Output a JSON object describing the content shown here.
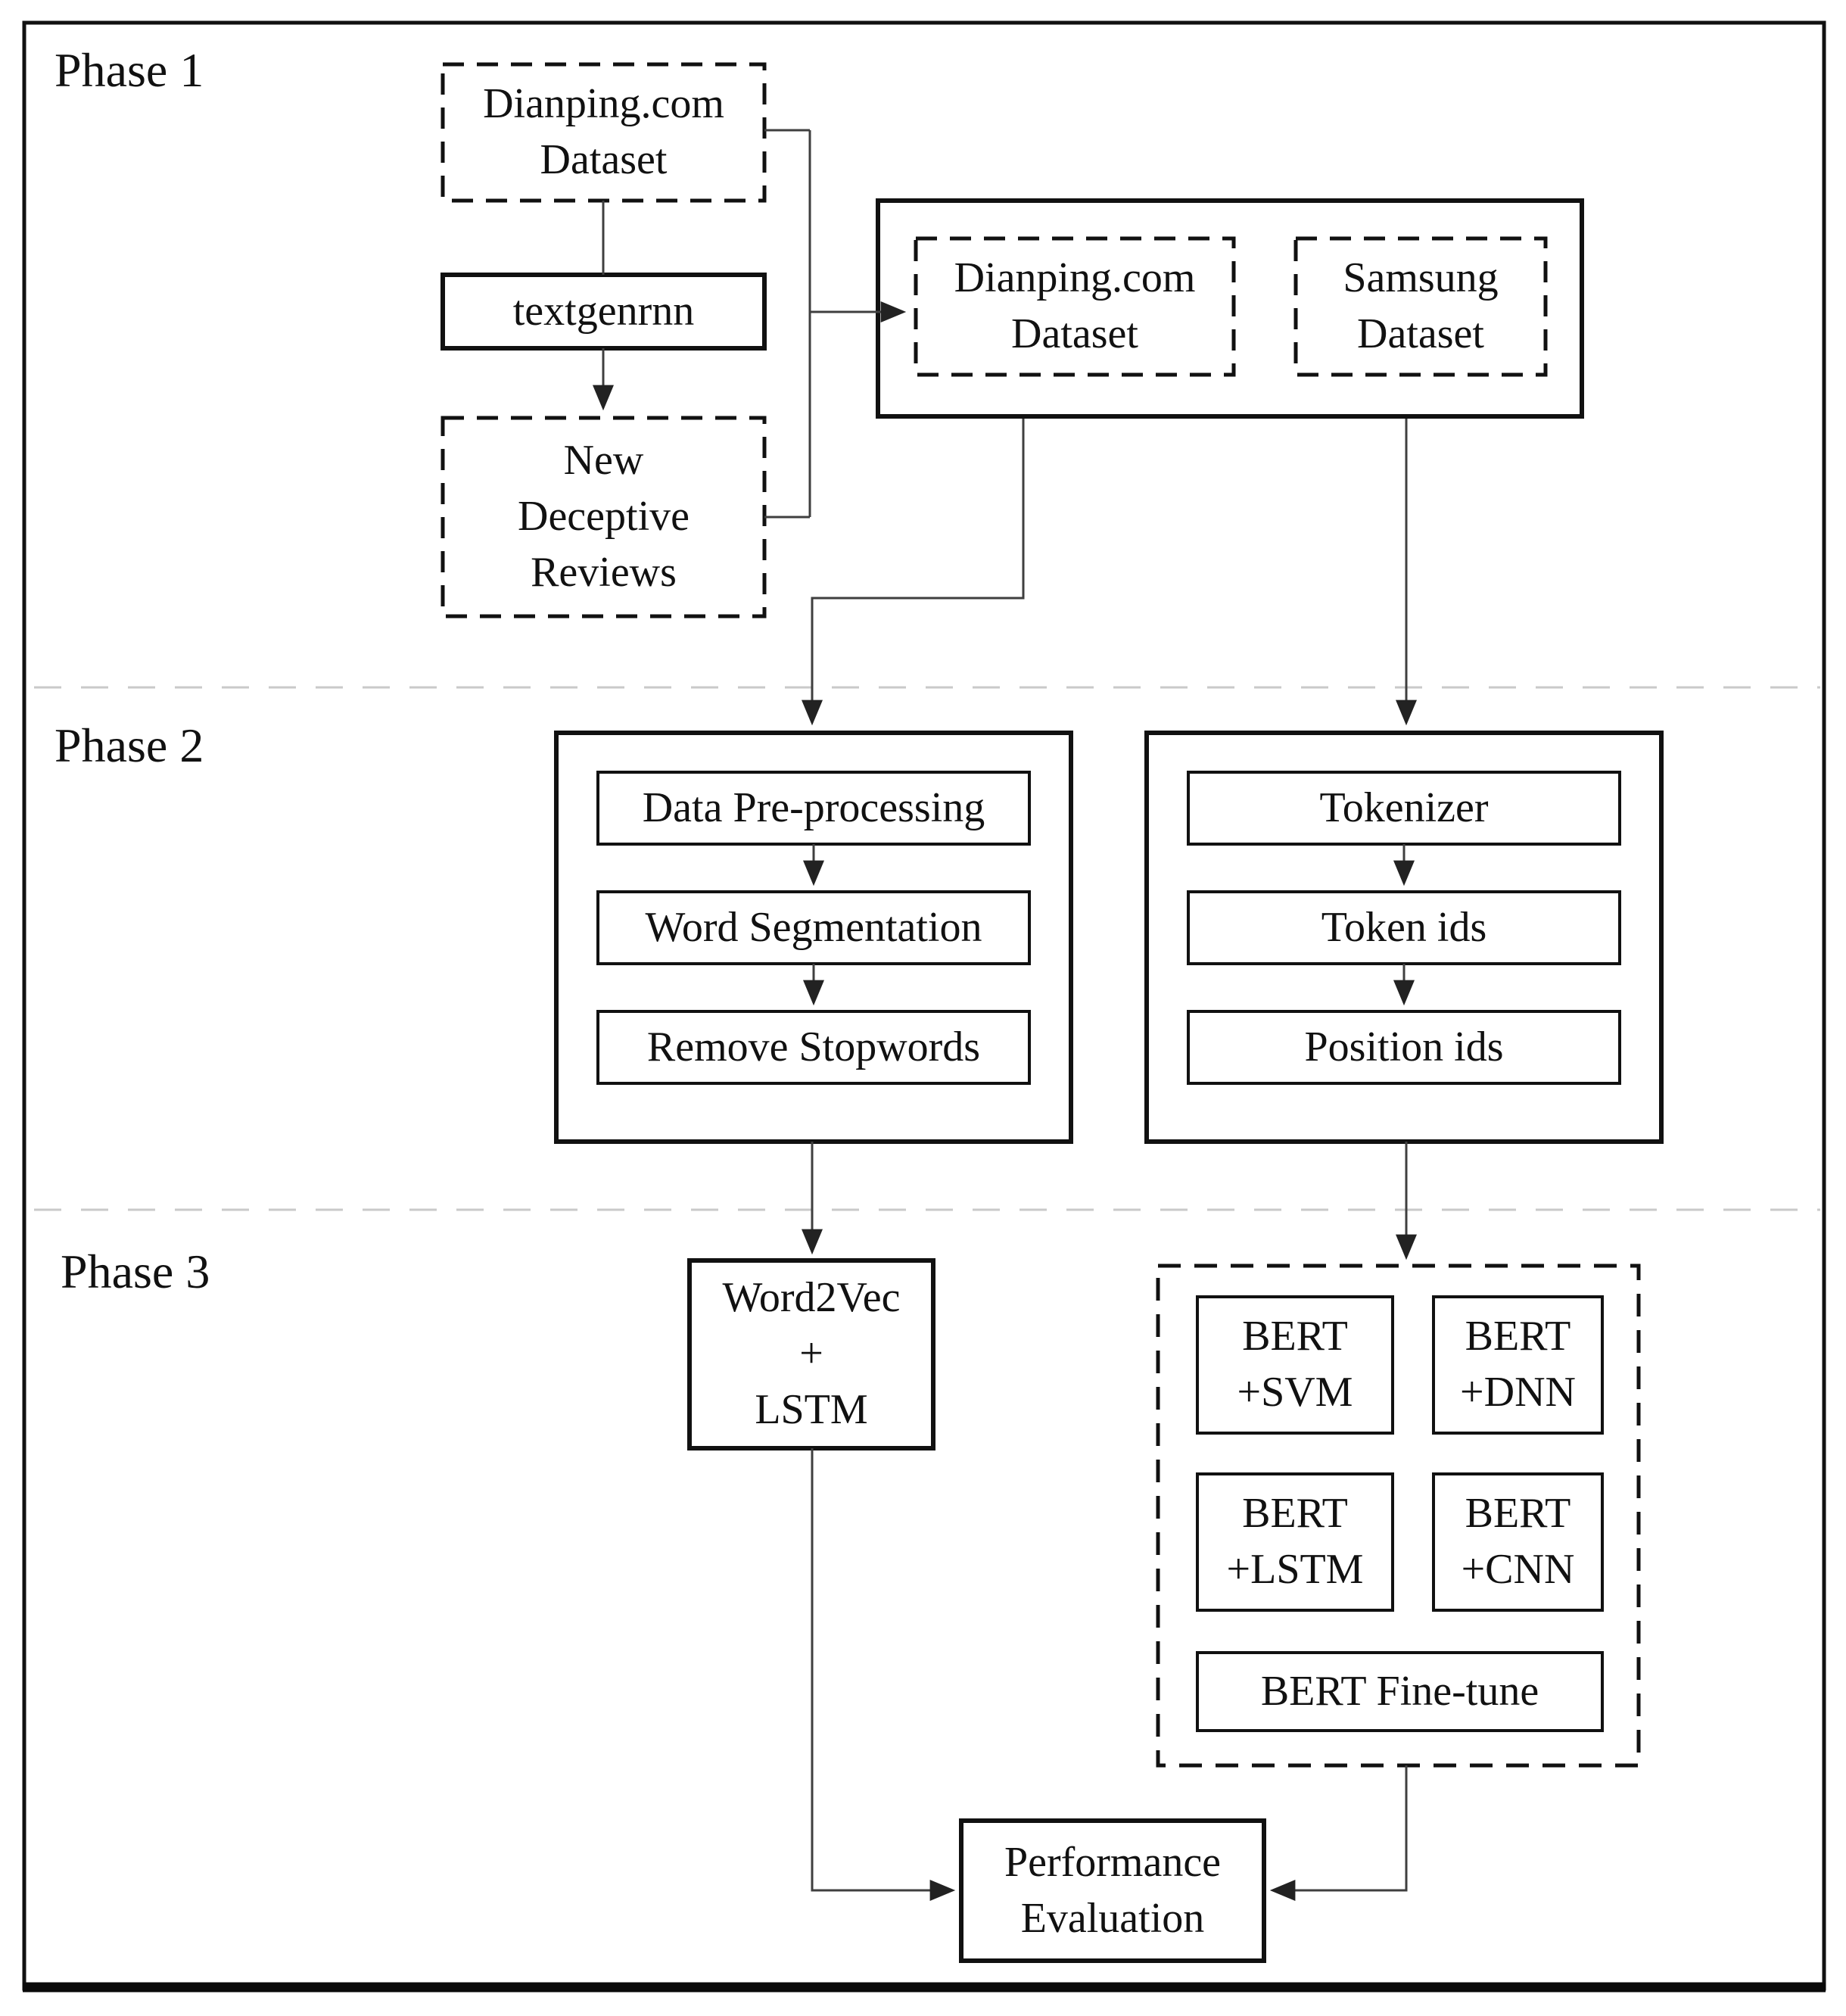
{
  "phase_labels": [
    "Phase 1",
    "Phase 2",
    "Phase 3"
  ],
  "phase1": {
    "source_dataset": "Dianping.com\nDataset",
    "textgenrnn": "textgenrnn",
    "new_deceptive_reviews": "New\nDeceptive\nReviews",
    "combined": {
      "dianping": "Dianping.com\nDataset",
      "samsung": "Samsung\nDataset"
    }
  },
  "phase2": {
    "left_steps": [
      "Data Pre-processing",
      "Word Segmentation",
      "Remove Stopwords"
    ],
    "right_steps": [
      "Tokenizer",
      "Token ids",
      "Position ids"
    ]
  },
  "phase3": {
    "word2vec_lstm": "Word2Vec\n+\nLSTM",
    "bert_variants": [
      "BERT\n+SVM",
      "BERT\n+DNN",
      "BERT\n+LSTM",
      "BERT\n+CNN"
    ],
    "bert_finetune": "BERT Fine-tune",
    "performance_evaluation": "Performance\nEvaluation"
  },
  "colors": {
    "background": "#ffffff",
    "box_border": "#111111",
    "connector": "#3f3f3f",
    "phase_separator": "#c9c9c9",
    "text": "#111111"
  }
}
